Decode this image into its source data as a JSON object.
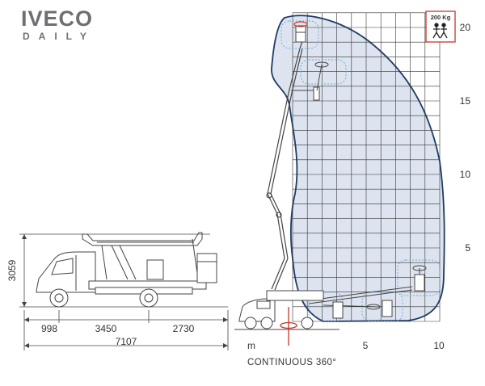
{
  "brand": {
    "name": "IVECO",
    "model": "DAILY"
  },
  "load_badge": {
    "label": "200 Kg"
  },
  "truck_side": {
    "height_value": "3059",
    "dims": [
      "998",
      "3450",
      "2730"
    ],
    "total_length": "7107"
  },
  "reach_diagram": {
    "y_ticks": [
      {
        "value": 20,
        "label": "20"
      },
      {
        "value": 15,
        "label": "15"
      },
      {
        "value": 10,
        "label": "10"
      },
      {
        "value": 5,
        "label": "5"
      }
    ],
    "x_ticks": [
      {
        "value": 5,
        "label": "5"
      },
      {
        "value": 10,
        "label": "10"
      }
    ],
    "x_unit": "m",
    "rotation_label": "CONTINUOUS 360°"
  },
  "colors": {
    "envelope_stroke": "#1e3b66",
    "envelope_fill": "#dde4ef",
    "grid": "#333333",
    "badge": "#c0392b",
    "logo": "#6d6f72"
  }
}
